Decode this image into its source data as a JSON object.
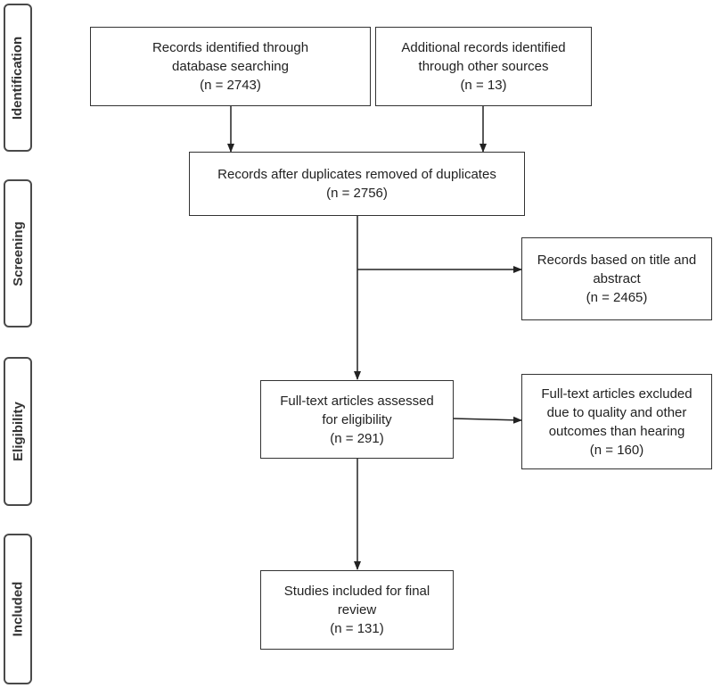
{
  "stages": [
    {
      "key": "identification",
      "label": "Identification"
    },
    {
      "key": "screening",
      "label": "Screening"
    },
    {
      "key": "eligibility",
      "label": "Eligibility"
    },
    {
      "key": "included",
      "label": "Included"
    }
  ],
  "boxes": {
    "database": {
      "line1": "Records identified through",
      "line2": "database searching",
      "count": "(n = 2743)"
    },
    "other": {
      "line1": "Additional records identified",
      "line2": "through other sources",
      "count": "(n = 13)"
    },
    "dedup": {
      "line1": "Records after duplicates removed of duplicates",
      "count": "(n = 2756)"
    },
    "title_abstract": {
      "line1": "Records based on title and",
      "line2": "abstract",
      "count": "(n = 2465)"
    },
    "fulltext": {
      "line1": "Full-text articles assessed",
      "line2": "for eligibility",
      "count": "(n = 291)"
    },
    "excluded": {
      "line1": "Full-text articles excluded",
      "line2": "due to quality and other",
      "line3": "outcomes than hearing",
      "count": "(n = 160)"
    },
    "included": {
      "line1": "Studies included for final",
      "line2": "review",
      "count": "(n = 131)"
    }
  }
}
